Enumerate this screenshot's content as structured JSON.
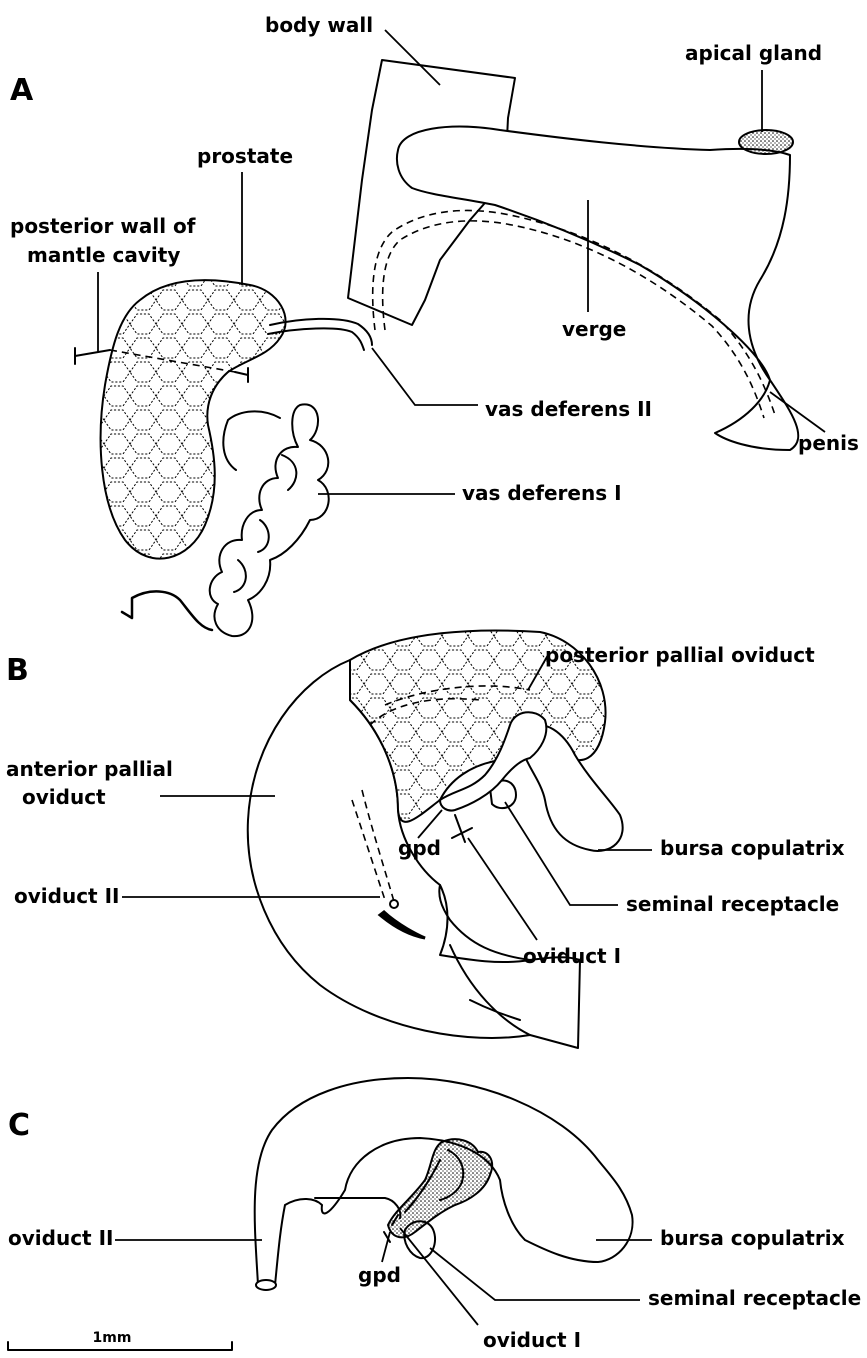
{
  "panels": {
    "a": "A",
    "b": "B",
    "c": "C"
  },
  "labels_a": {
    "body_wall": "body wall",
    "apical_gland": "apical gland",
    "prostate": "prostate",
    "posterior_wall_1": "posterior wall of",
    "posterior_wall_2": "mantle cavity",
    "verge": "verge",
    "vas_deferens_2": "vas deferens II",
    "penis": "penis",
    "vas_deferens_1": "vas deferens I"
  },
  "labels_b": {
    "posterior_pallial_oviduct": "posterior pallial oviduct",
    "anterior_pallial_1": "anterior pallial",
    "anterior_pallial_2": "oviduct",
    "gpd": "gpd",
    "bursa_copulatrix": "bursa copulatrix",
    "oviduct_2": "oviduct II",
    "seminal_receptacle": "seminal receptacle",
    "oviduct_1": "oviduct I"
  },
  "labels_c": {
    "oviduct_2": "oviduct II",
    "bursa_copulatrix": "bursa copulatrix",
    "gpd": "gpd",
    "seminal_receptacle": "seminal receptacle",
    "oviduct_1": "oviduct I"
  },
  "scale_bar": {
    "label": "1mm"
  }
}
